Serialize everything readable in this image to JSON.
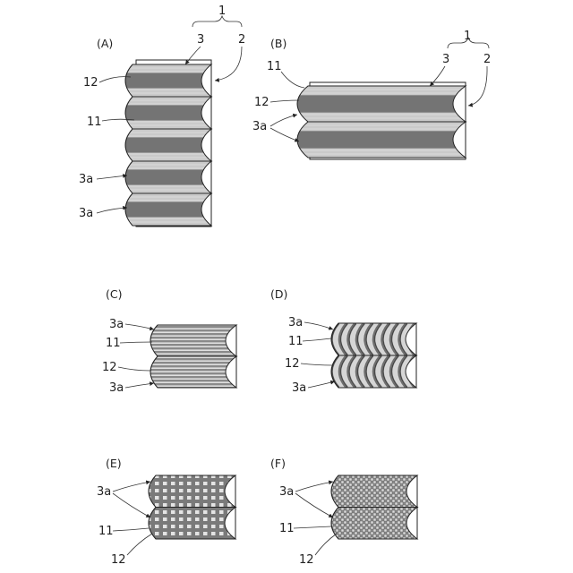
{
  "panels": {
    "A": {
      "label": "(A)",
      "ref_1": "1",
      "ref_3": "3",
      "ref_2": "2",
      "l1": "12",
      "l2": "11",
      "l3": "3a",
      "l4": "3a"
    },
    "B": {
      "label": "(B)",
      "ref_1": "1",
      "ref_3": "3",
      "ref_2": "2",
      "l1": "11",
      "l2": "12",
      "l3": "3a"
    },
    "C": {
      "label": "(C)",
      "l1": "3a",
      "l2": "11",
      "l3": "12",
      "l4": "3a"
    },
    "D": {
      "label": "(D)",
      "l1": "3a",
      "l2": "11",
      "l3": "12",
      "l4": "3a"
    },
    "E": {
      "label": "(E)",
      "l1": "3a",
      "l2": "11",
      "l3": "12"
    },
    "F": {
      "label": "(F)",
      "l1": "3a",
      "l2": "11",
      "l3": "12"
    }
  },
  "colors": {
    "dark": "#7d7d7d",
    "light": "#cfcfcf",
    "line": "#222222",
    "background": "#ffffff"
  }
}
